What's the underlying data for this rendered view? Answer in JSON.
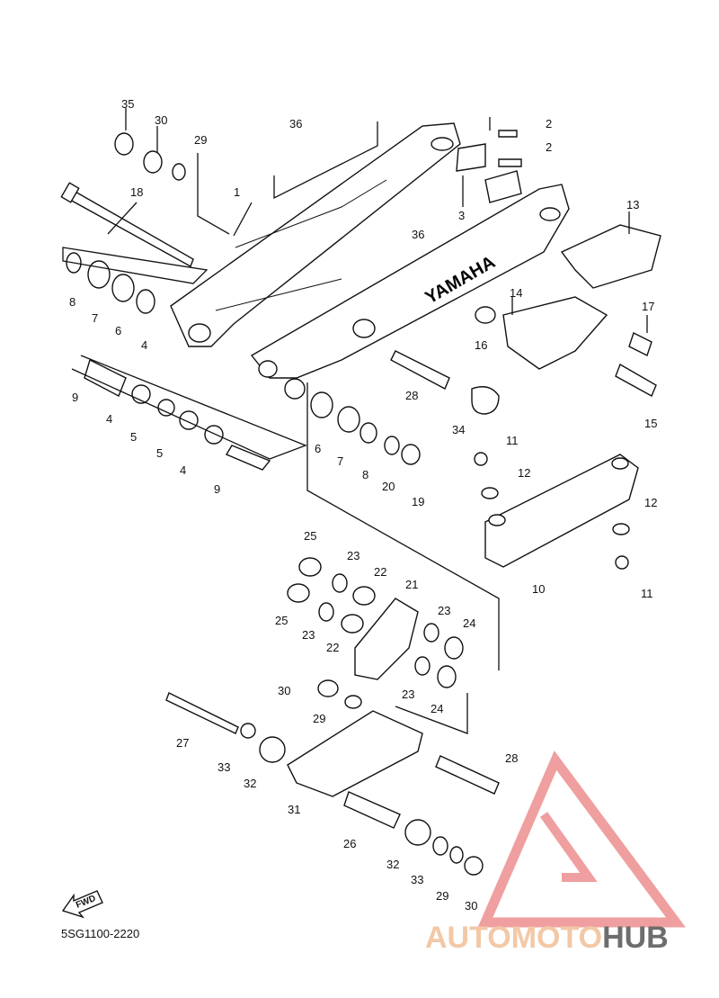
{
  "diagram": {
    "code": "5SG1100-2220",
    "fwd_label": "FWD",
    "swingarm_brand": "YAMAHA",
    "labels": [
      "35",
      "30",
      "29",
      "36",
      "2",
      "2",
      "3",
      "1",
      "18",
      "13",
      "36",
      "8",
      "7",
      "6",
      "4",
      "14",
      "17",
      "16",
      "9",
      "4",
      "28",
      "15",
      "5",
      "34",
      "11",
      "5",
      "4",
      "6",
      "7",
      "8",
      "20",
      "19",
      "12",
      "9",
      "12",
      "11",
      "10",
      "25",
      "23",
      "22",
      "21",
      "25",
      "23",
      "22",
      "23",
      "24",
      "23",
      "24",
      "30",
      "29",
      "27",
      "28",
      "33",
      "32",
      "31",
      "26",
      "32",
      "33",
      "29",
      "30"
    ]
  },
  "watermark": {
    "part1": "AUTOMOTO",
    "part2": "HUB",
    "color_light": "#f3c8a6",
    "color_red": "#e25050",
    "color_dark": "#6d6d6d"
  }
}
